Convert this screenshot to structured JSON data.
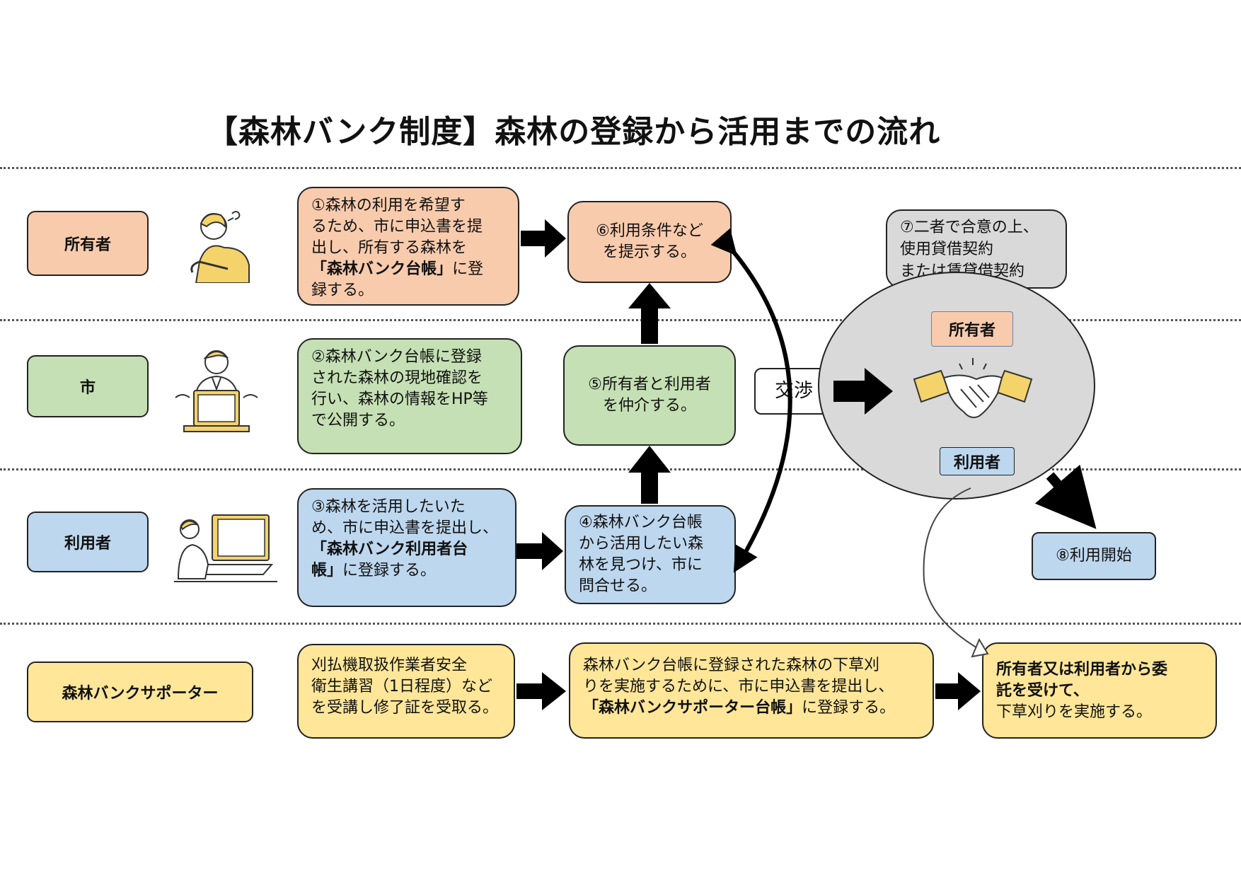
{
  "title": "【森林バンク制度】森林の登録から活用までの流れ",
  "roles": {
    "owner": "所有者",
    "city": "市",
    "user": "利用者",
    "supporter": "森林バンクサポーター"
  },
  "boxes": {
    "step1": {
      "line1": "①森林の利用を希望す",
      "line2": "るため、市に申込書を提",
      "line3": "出し、所有する森林を",
      "bold": "「森林バンク台帳」",
      "rest": "に登",
      "line5": "録する。"
    },
    "step2": {
      "line1": "②森林バンク台帳に登録",
      "line2": "された森林の現地確認を",
      "line3": "行い、森林の情報をHP等",
      "line4": "で公開する。"
    },
    "step3": {
      "line1": "③森林を活用したいた",
      "line2": "め、市に申込書を提出し、",
      "bold1": "「森林バンク利用者台",
      "bold2": "帳」",
      "rest": "に登録する。"
    },
    "step4": {
      "line1": "④森林バンク台帳",
      "line2": "から活用したい森",
      "line3": "林を見つけ、市に",
      "line4": "問合せる。"
    },
    "step5": {
      "line1": "⑤所有者と利用者",
      "line2": "を仲介する。"
    },
    "step6": {
      "line1": "⑥利用条件など",
      "line2": "を提示する。"
    },
    "step7": {
      "line1": "⑦二者で合意の上、",
      "line2": "使用貸借契約",
      "line3": "または賃貸借契約"
    },
    "step8": "⑧利用開始",
    "negotiation": "交渉",
    "circle_owner": "所有者",
    "circle_user": "利用者",
    "sup1": {
      "line1": "刈払機取扱作業者安全",
      "line2": "衛生講習（1日程度）など",
      "line3": "を受講し修了証を受取る。"
    },
    "sup2": {
      "line1": "森林バンク台帳に登録された森林の下草刈",
      "line2": "りを実施するために、市に申込書を提出し、",
      "bold": "「森林バンクサポーター台帳」",
      "rest": "に登録する。"
    },
    "sup3": {
      "bold1": "所有者又は利用者から委",
      "bold2": "託を受けて、",
      "line3": "下草刈りを実施する。"
    }
  },
  "icons": {
    "owner": "worried-person-icon",
    "city": "presenter-laptop-icon",
    "user": "person-computer-icon",
    "handshake": "handshake-icon"
  },
  "colors": {
    "owner": "#f8cbad",
    "city": "#c5e0b4",
    "user": "#bdd7ee",
    "supporter": "#ffe699",
    "agreement": "#d9d9d9"
  }
}
